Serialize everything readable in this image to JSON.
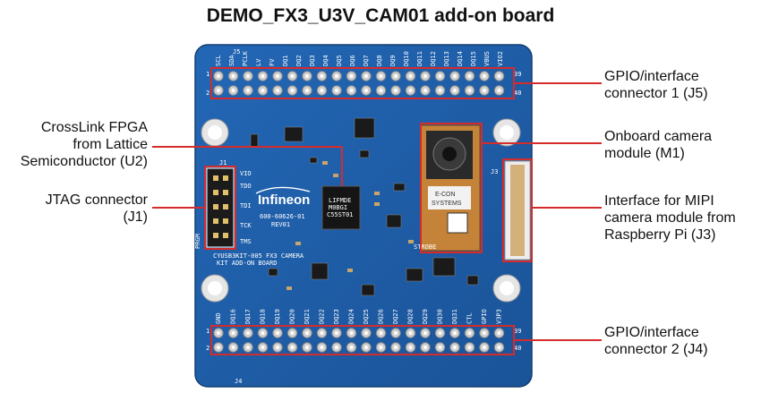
{
  "title": "DEMO_FX3_U3V_CAM01 add-on board",
  "callouts": {
    "j5": [
      "GPIO/interface",
      "connector 1 (J5)"
    ],
    "fpga": [
      "CrossLink FPGA",
      "from Lattice",
      "Semiconductor (U2)"
    ],
    "jtag": [
      "JTAG connector",
      "(J1)"
    ],
    "camera": [
      "Onboard camera",
      "module (M1)"
    ],
    "mipi": [
      "Interface for MIPI",
      "camera module from",
      "Raspberry Pi (J3)"
    ],
    "j4": [
      "GPIO/interface",
      "connector 2 (J4)"
    ]
  },
  "board": {
    "j5_label": "J5",
    "j4_label": "J4",
    "j3_label": "J3",
    "j1_label": "J1",
    "logo": "Infineon",
    "part_number": "600-60626-01",
    "revision": "REV01",
    "kit_line1": "CYUSB3KIT-005 FX3 CAMERA",
    "kit_line2": "KIT ADD-ON BOARD",
    "fpga_chip": [
      "LIFMDE",
      "M0BGI",
      "C55ST01"
    ],
    "cam_label": [
      "E-CON",
      "SYSTEMS"
    ],
    "strobe": "STROBE",
    "jtag_pins": [
      "TDO",
      "TDI",
      "TCK",
      "TMS"
    ],
    "vio": "VIO",
    "prgm": "PRGM",
    "pin1_j5": "1",
    "pin2_j5": "2",
    "pin39_j5": "39",
    "pin40_j5": "40",
    "pin39_j4": "39",
    "pin40_j4": "40",
    "pin1_j4": "1",
    "pin2_j4": "2",
    "top_signals": [
      "SCL",
      "SDA",
      "PCLK",
      "LV",
      "FV",
      "DQ1",
      "DQ2",
      "DQ3",
      "DQ4",
      "DQ5",
      "DQ6",
      "DQ7",
      "DQ8",
      "DQ9",
      "DQ10",
      "DQ11",
      "DQ12",
      "DQ13",
      "DQ14",
      "DQ15",
      "VBUS",
      "VIO2"
    ],
    "bottom_signals": [
      "GND",
      "DQ16",
      "DQ17",
      "DQ18",
      "DQ19",
      "DQ20",
      "DQ21",
      "DQ22",
      "DQ23",
      "DQ24",
      "DQ25",
      "DQ26",
      "DQ27",
      "DQ28",
      "DQ29",
      "DQ30",
      "DQ31",
      "CTL",
      "GPIO",
      "V3P3"
    ]
  },
  "colors": {
    "pcb": "#1f5fa8",
    "pcb_dark": "#174a86",
    "silk": "#ffffff",
    "pad": "#c9c9c9",
    "callout_line": "#d62b2b"
  }
}
